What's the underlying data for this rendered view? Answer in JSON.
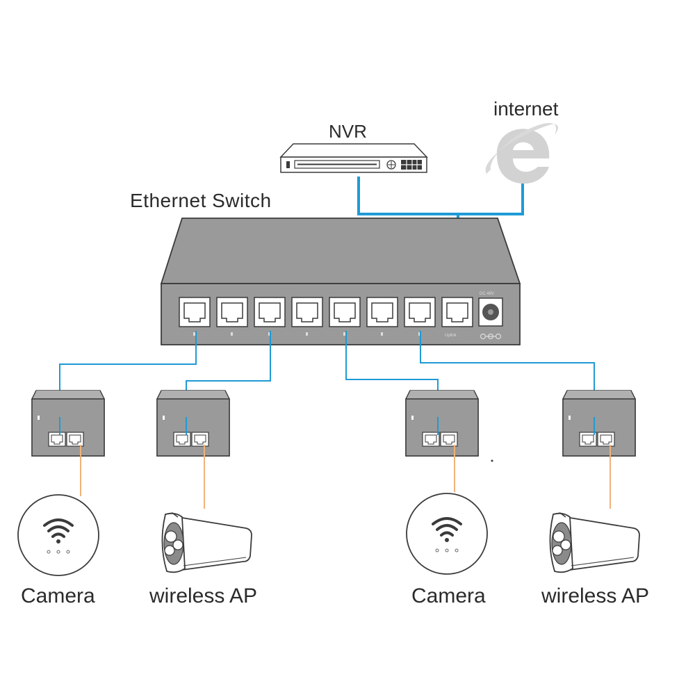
{
  "labels": {
    "nvr": "NVR",
    "internet": "internet",
    "switch": "Ethernet Switch",
    "devices": [
      "Camera",
      "wireless AP",
      "Camera",
      "wireless AP"
    ]
  },
  "switch": {
    "port_count": 8,
    "power_label": "DC 48V",
    "uplink_label": "Uplink"
  },
  "colors": {
    "network_cable": "#1f9ad6",
    "poe_cable": "#f0b27a",
    "device_gray": "#9a9a9a",
    "device_dark": "#7d7d7d",
    "outline": "#3a3a3a"
  },
  "icons": [
    "nvr-icon",
    "internet-explorer-icon",
    "ethernet-switch-icon",
    "poe-injector-icon",
    "wireless-camera-icon",
    "bullet-camera-icon"
  ]
}
